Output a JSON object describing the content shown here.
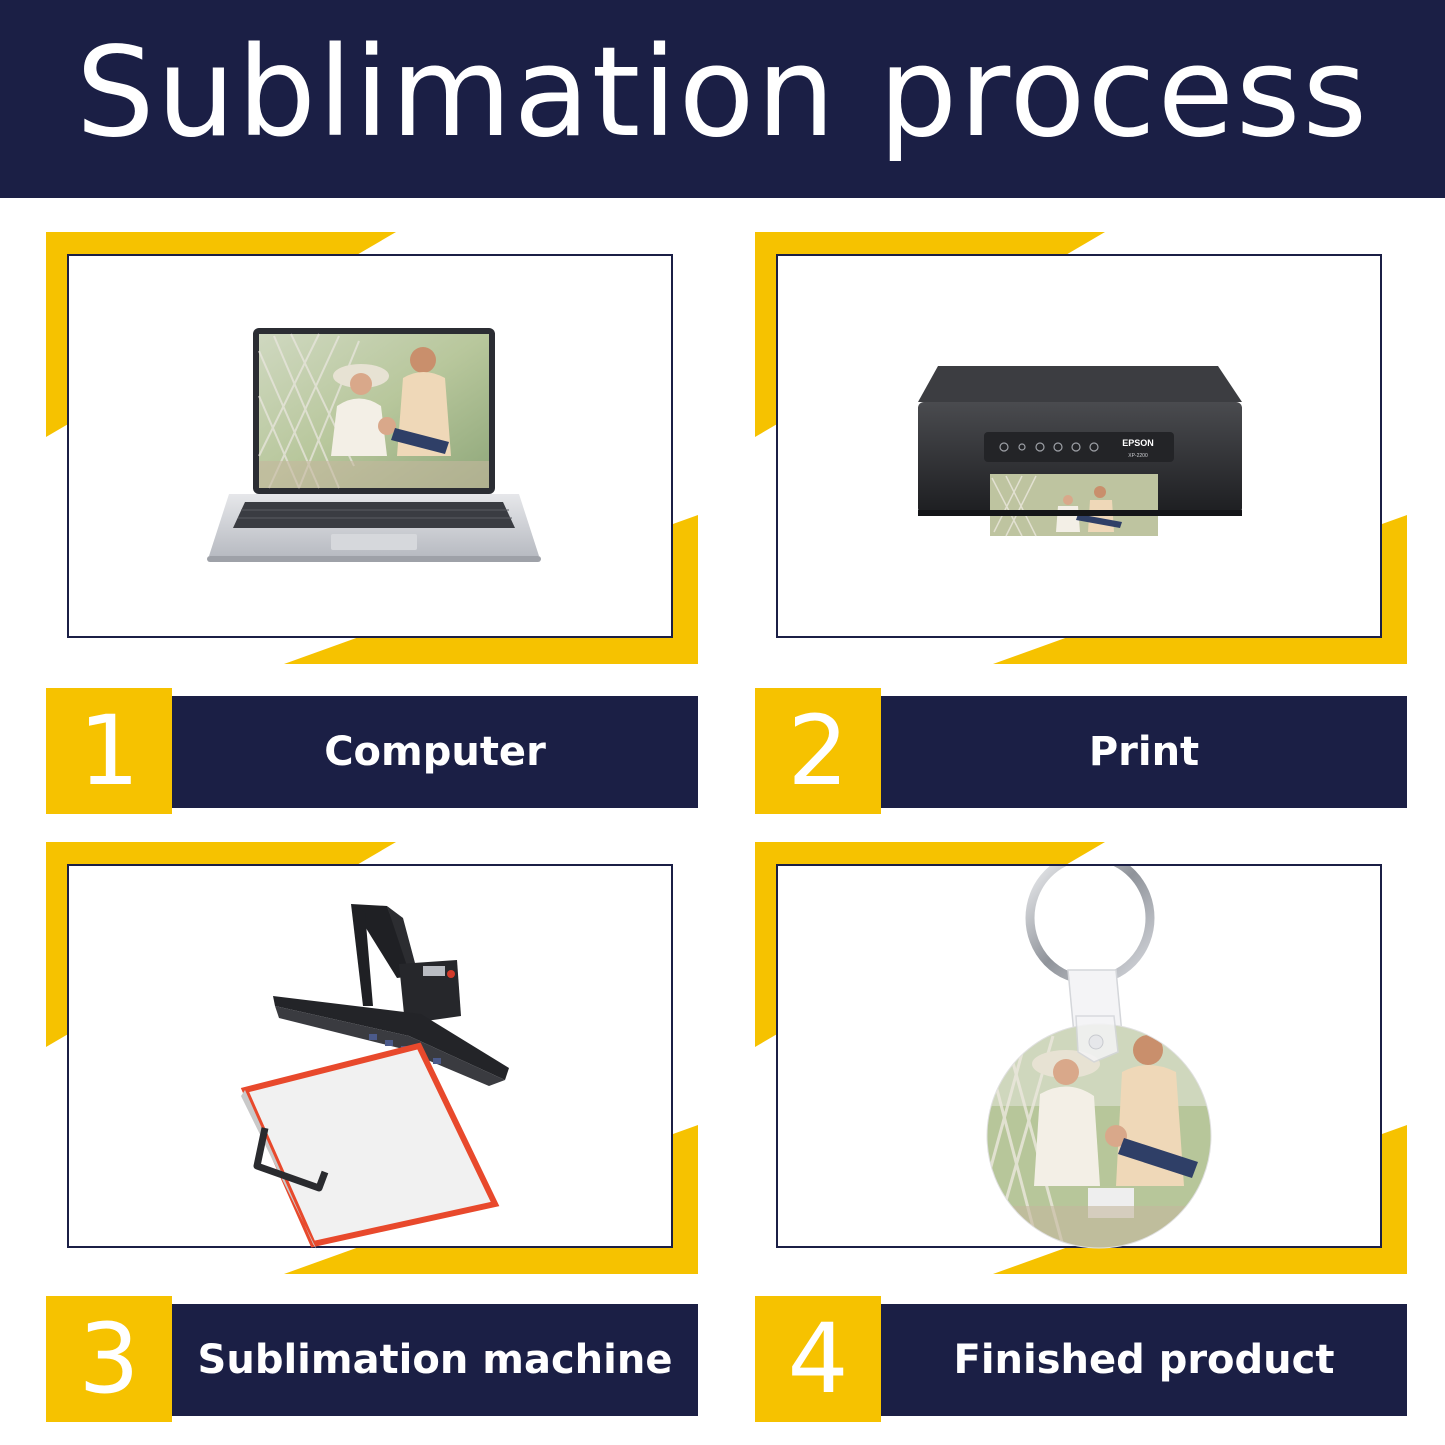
{
  "title": "Sublimation process",
  "colors": {
    "navy": "#1b1f45",
    "accent": "#f6c200",
    "background": "#ffffff"
  },
  "steps": [
    {
      "number": "1",
      "label": "Computer",
      "image": "laptop-image"
    },
    {
      "number": "2",
      "label": "Print",
      "image": "printer-image"
    },
    {
      "number": "3",
      "label": "Sublimation machine",
      "image": "heat-press-image"
    },
    {
      "number": "4",
      "label": "Finished product",
      "image": "keychain-image"
    }
  ],
  "printer_brand": "EPSON",
  "printer_model": "XP-2200"
}
